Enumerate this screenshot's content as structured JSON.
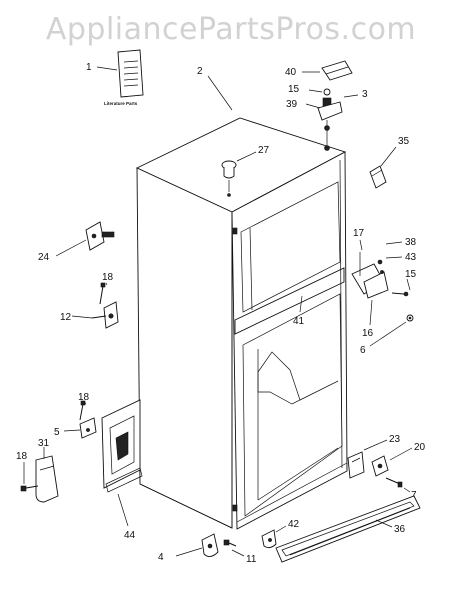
{
  "watermark": "AppliancePartsPros.com",
  "literature_label": "Literature Parts",
  "callouts": {
    "c1": "1",
    "c2": "2",
    "c3": "3",
    "c4": "4",
    "c5": "5",
    "c6": "6",
    "c7": "7",
    "c11": "11",
    "c12": "12",
    "c15a": "15",
    "c15b": "15",
    "c16": "16",
    "c17": "17",
    "c18a": "18",
    "c18b": "18",
    "c18c": "18",
    "c20": "20",
    "c23": "23",
    "c24": "24",
    "c27": "27",
    "c31": "31",
    "c35": "35",
    "c36": "36",
    "c38": "38",
    "c39": "39",
    "c40": "40",
    "c41": "41",
    "c42": "42",
    "c43": "43",
    "c44": "44"
  }
}
